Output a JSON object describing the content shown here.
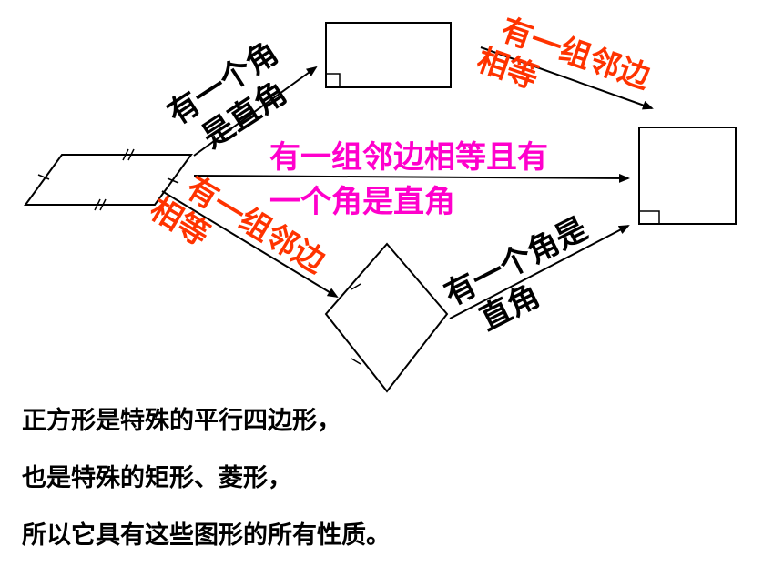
{
  "labels": {
    "to_rectangle": [
      "有一个角",
      "是直角"
    ],
    "rectangle_to_square": [
      "有一组邻边",
      "相等"
    ],
    "to_square": [
      "有一组邻边相等且有",
      "一个角是直角"
    ],
    "to_rhombus": [
      "有一组邻边",
      "相等"
    ],
    "rhombus_to_square": [
      "有一个角是",
      "直角"
    ]
  },
  "summary": [
    "正方形是特殊的平行四边形，",
    "也是特殊的矩形、菱形，",
    "所以它具有这些图形的所有性质。"
  ],
  "colors": {
    "black_label": "#000000",
    "red_label": "#ff3300",
    "magenta_label": "#ff00cc"
  }
}
